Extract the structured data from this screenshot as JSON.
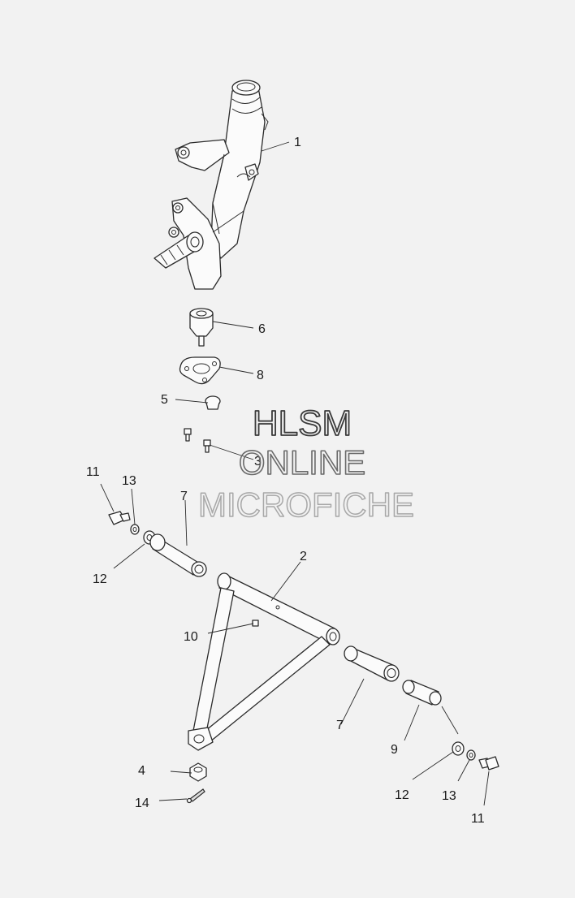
{
  "callouts": {
    "c1": "1",
    "c2": "2",
    "c3": "3",
    "c4": "4",
    "c5": "5",
    "c6": "6",
    "c7_top": "7",
    "c7_bottom": "7",
    "c8": "8",
    "c9": "9",
    "c10": "10",
    "c11_left": "11",
    "c11_right": "11",
    "c12_left": "12",
    "c12_right": "12",
    "c13_left": "13",
    "c13_right": "13",
    "c14": "14"
  },
  "watermark": {
    "line1": "HLSM",
    "line2": "ONLINE",
    "line3": "MICROFICHE"
  },
  "colors": {
    "background": "#f2f2f2",
    "line": "#2b2b2b",
    "watermark": "#9a9a9a"
  }
}
